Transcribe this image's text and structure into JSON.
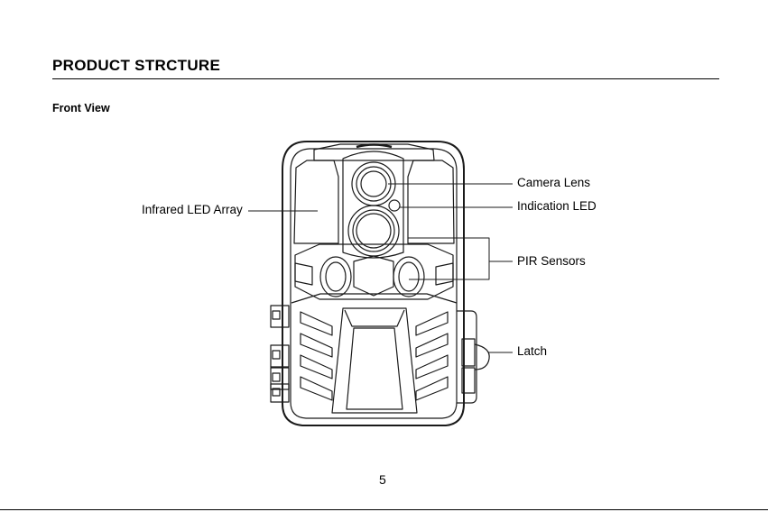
{
  "page": {
    "heading": "PRODUCT STRCTURE",
    "subheading": "Front View",
    "page_number": "5"
  },
  "labels": {
    "camera_lens": "Camera Lens",
    "indication_led": "Indication LED",
    "infrared_led_array": "Infrared LED Array",
    "pir_sensors": "PIR Sensors",
    "latch": "Latch"
  }
}
